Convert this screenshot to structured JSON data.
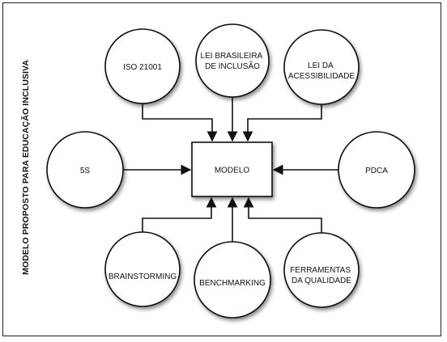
{
  "diagram": {
    "side_title": "MODELO PROPOSTO PARA EDUCAÇÃO INCLUSIVA",
    "center": {
      "label": "MODELO"
    },
    "nodes": {
      "iso": {
        "lines": [
          "ISO 21001"
        ]
      },
      "lbi": {
        "lines": [
          "LEI BRASILEIRA",
          "DE INCLUSÃO"
        ]
      },
      "acessibilidade": {
        "lines": [
          "LEI DA",
          "ACESSIBILIDADE"
        ]
      },
      "cinco_s": {
        "lines": [
          "5S"
        ]
      },
      "pdca": {
        "lines": [
          "PDCA"
        ]
      },
      "brainstorming": {
        "lines": [
          "BRAINSTORMING"
        ]
      },
      "benchmarking": {
        "lines": [
          "BENCHMARKING"
        ]
      },
      "ferramentas": {
        "lines": [
          "FERRAMENTAS",
          "DA QUALIDADE"
        ]
      }
    }
  }
}
